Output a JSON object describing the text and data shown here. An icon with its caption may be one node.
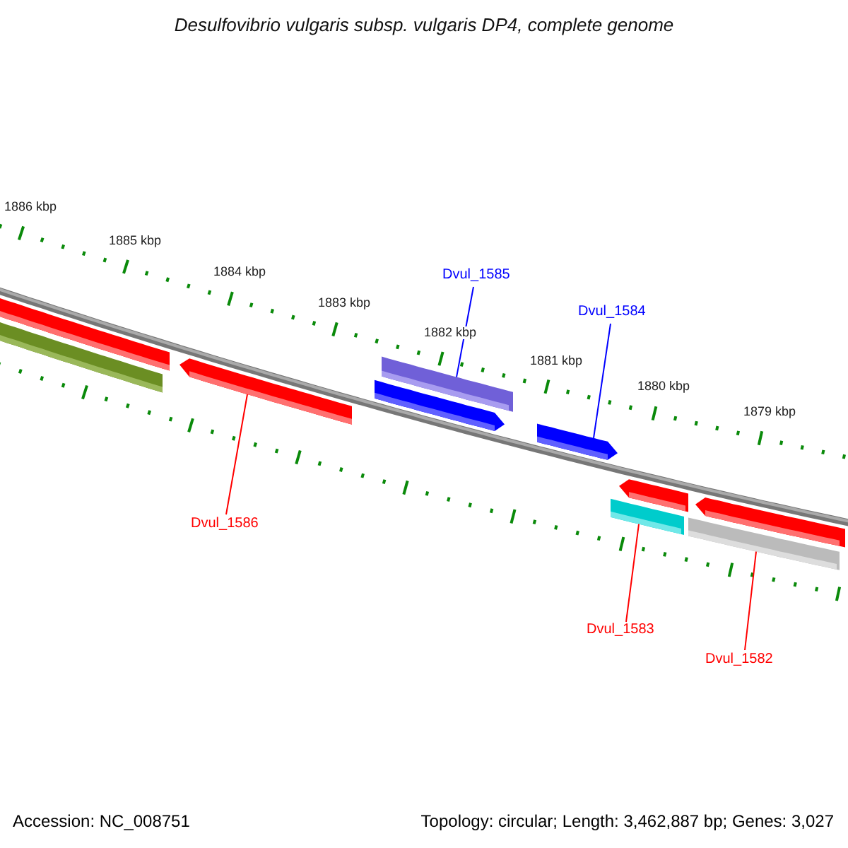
{
  "diagram": {
    "title": "Desulfovibrio vulgaris subsp. vulgaris DP4, complete genome",
    "nodes": [
      {
        "text": [],
        "shape": "bar"
      },
      {
        "text": [],
        "shape": "bar"
      },
      {
        "text": [],
        "shape": "arrow"
      },
      {
        "text": [],
        "shape": "arrow"
      },
      {
        "text": [],
        "shape": "bar"
      },
      {
        "text": [],
        "shape": "arrow"
      },
      {
        "text": [],
        "shape": "bar"
      },
      {
        "text": [],
        "shape": "arrow"
      },
      {
        "text": [],
        "shape": "bar"
      },
      {
        "text": [],
        "shape": "arrow"
      },
      {
        "text": [
          "Dvul_1585"
        ]
      },
      {
        "text": [
          "Dvul_1584"
        ]
      },
      {
        "text": [
          "Dvul_1586"
        ]
      },
      {
        "text": [
          "Dvul_1583"
        ]
      },
      {
        "text": [
          "Dvul_1582"
        ]
      }
    ],
    "edges": [
      {
        "from": 10,
        "to": 4,
        "arrow": "none",
        "color": "#0000ff"
      },
      {
        "from": 11,
        "to": 5,
        "arrow": "none",
        "color": "#0000ff"
      },
      {
        "from": 12,
        "to": 2,
        "arrow": "none"
      },
      {
        "from": 13,
        "to": 6,
        "arrow": "none"
      },
      {
        "from": 14,
        "to": 8,
        "arrow": "none"
      }
    ],
    "labels": [
      "1886 kbp",
      "1885 kbp",
      "1884 kbp",
      "1883 kbp",
      "1882 kbp",
      "1881 kbp",
      "1880 kbp",
      "1879 kbp",
      "Accession: NC_008751",
      "Topology: circular; Length: 3,462,887 bp; Genes: 3,027"
    ]
  }
}
